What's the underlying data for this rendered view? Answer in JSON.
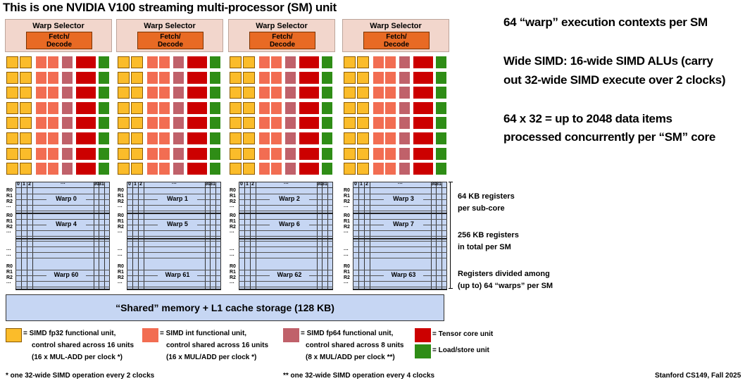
{
  "title": "This is one NVIDIA V100 streaming multi-processor (SM) unit",
  "subcores": [
    {
      "selector_label": "Warp Selector",
      "fetch_label": "Fetch/\nDecode",
      "warps": [
        "Warp 0",
        "Warp 4",
        "Warp 60"
      ]
    },
    {
      "selector_label": "Warp Selector",
      "fetch_label": "Fetch/\nDecode",
      "warps": [
        "Warp 1",
        "Warp 5",
        "Warp 61"
      ]
    },
    {
      "selector_label": "Warp Selector",
      "fetch_label": "Fetch/\nDecode",
      "warps": [
        "Warp 2",
        "Warp 6",
        "Warp 62"
      ]
    },
    {
      "selector_label": "Warp Selector",
      "fetch_label": "Fetch/\nDecode",
      "warps": [
        "Warp 3",
        "Warp 7",
        "Warp 63"
      ]
    }
  ],
  "register_headers": [
    "0",
    "1",
    "2",
    "···",
    "30",
    "31"
  ],
  "register_rows": [
    "R0",
    "R1",
    "R2",
    "···"
  ],
  "ellipsis": "···",
  "shared_memory_label": "“Shared” memory + L1 cache storage (128 KB)",
  "side_text": {
    "line1": "64 “warp” execution contexts per SM",
    "line2a": "Wide SIMD: 16-wide SIMD ALUs (carry",
    "line2b": "out 32-wide SIMD execute over 2 clocks)",
    "line3a": "64 x 32 = up to 2048 data items",
    "line3b": "processed concurrently per “SM” core"
  },
  "register_notes": {
    "note1a": "64 KB registers",
    "note1b": "per sub-core",
    "note2a": "256 KB registers",
    "note2b": "in total per SM",
    "note3a": "Registers divided among",
    "note3b": "(up to) 64 “warps” per SM"
  },
  "legend": {
    "fp32": [
      "= SIMD fp32 functional unit,",
      "control shared across 16 units",
      "(16 x MUL-ADD per clock *)"
    ],
    "int": [
      "= SIMD int functional unit,",
      "control shared across 16 units",
      "(16 x MUL/ADD per clock *)"
    ],
    "fp64": [
      "= SIMD fp64 functional unit,",
      "control shared across 8 units",
      "(8 x MUL/ADD per clock **)"
    ],
    "tensor": "= Tensor core unit",
    "loadstore": "= Load/store unit"
  },
  "footnotes": {
    "single": "* one 32-wide SIMD operation every 2 clocks",
    "double": "** one 32-wide SIMD operation every 4 clocks",
    "credit": "Stanford CS149, Fall 2025"
  },
  "colors": {
    "fp32": "#fbbc2a",
    "int": "#f26d52",
    "fp64": "#c0616a",
    "tensor": "#cc0000",
    "loadstore": "#2f8d16",
    "registers": "#c6d6f3",
    "warp_selector": "#f2d6cc",
    "fetch_decode": "#e86a24"
  }
}
